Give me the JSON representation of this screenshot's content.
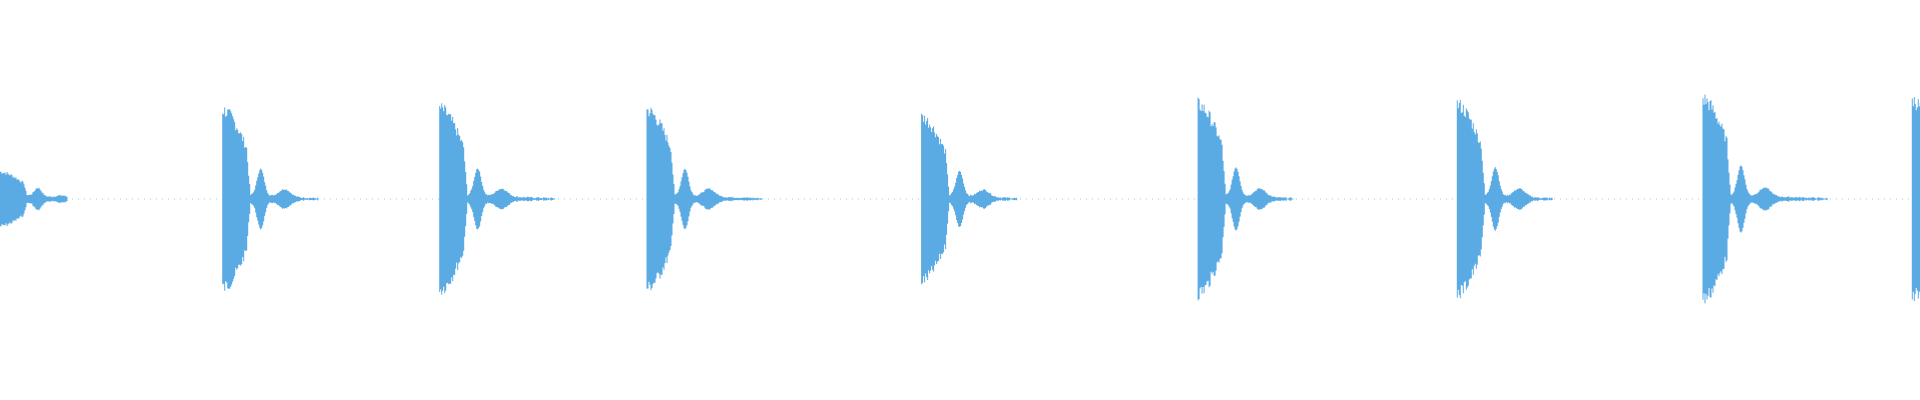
{
  "waveform": {
    "color": "#5aaae3",
    "background": "#ffffff",
    "transients": [
      {
        "onset": 0.0,
        "peak": 0.3,
        "tail": 0.035
      },
      {
        "onset": 0.116,
        "peak": 0.98,
        "tail": 0.05
      },
      {
        "onset": 0.229,
        "peak": 1.0,
        "tail": 0.06
      },
      {
        "onset": 0.337,
        "peak": 0.98,
        "tail": 0.06
      },
      {
        "onset": 0.48,
        "peak": 0.9,
        "tail": 0.05
      },
      {
        "onset": 0.624,
        "peak": 1.04,
        "tail": 0.05
      },
      {
        "onset": 0.759,
        "peak": 1.04,
        "tail": 0.05
      },
      {
        "onset": 0.887,
        "peak": 1.1,
        "tail": 0.065
      },
      {
        "onset": 0.996,
        "peak": 1.09,
        "tail": 0.01
      }
    ]
  }
}
